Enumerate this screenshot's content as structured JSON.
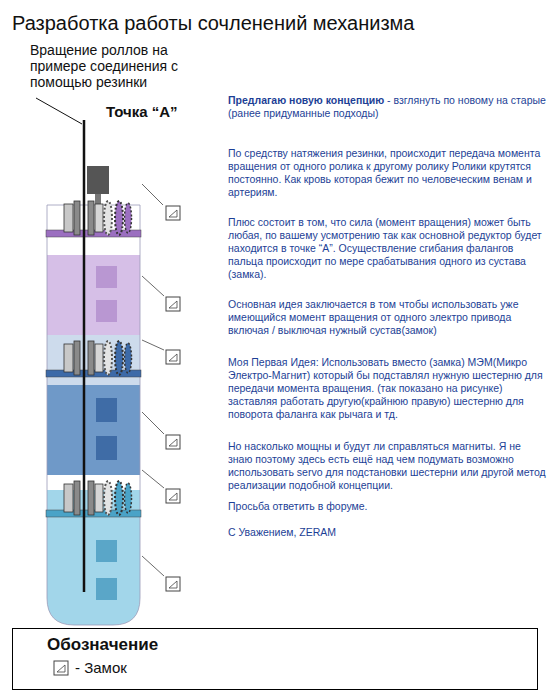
{
  "diagram": {
    "title": "Разработка работы сочленений механизма",
    "nodes": [
      {
        "text": [
          "Обозначение"
        ]
      }
    ],
    "labels": [
      "Вращение роллов на примере соединения с помощью резинки",
      "Точка “A”",
      "Предлагаю новую концепцию",
      "- взглянуть по новому на старые (ранее придуманные подходы)",
      "По средству натяжения резинки, происходит передача момента вращения от одного ролика к другому ролику Ролики крутятся постоянно. Как кровь которая бежит по человеческим венам и артериям.",
      "Плюс состоит в том, что сила (момент вращения) может быть любая, по вашему усмотрению так как основной редуктор будет находится в точке “А”. Осуществление сгибания фалангов пальца происходит по мере срабатывания одного из сустава (замка).",
      "Основная идея заключается в том чтобы использовать уже имеющийся момент вращения от одного электро привода включая / выключая нужный сустав(замок)",
      "Моя Первая Идея: Использовать вместо (замка) МЭМ(Микро Электро-Магнит) который бы подставлял нужную шестерню для передачи момента вращения. (так показано на рисунке) заставляя работать другую(крайнюю правую) шестерню для поворота фаланга как рычага и тд.",
      "Но насколько мощны и будут ли справляться магниты. Я не знаю поэтому здесь есть ещё над чем подумать возможно использовать servo для подстановки шестерни или другой метод реализации подобной концепции.",
      "Просьба ответить в форуме.",
      "С Уважением, ZERAM"
    ],
    "legend": [
      {
        "text": "- Замок"
      }
    ]
  }
}
